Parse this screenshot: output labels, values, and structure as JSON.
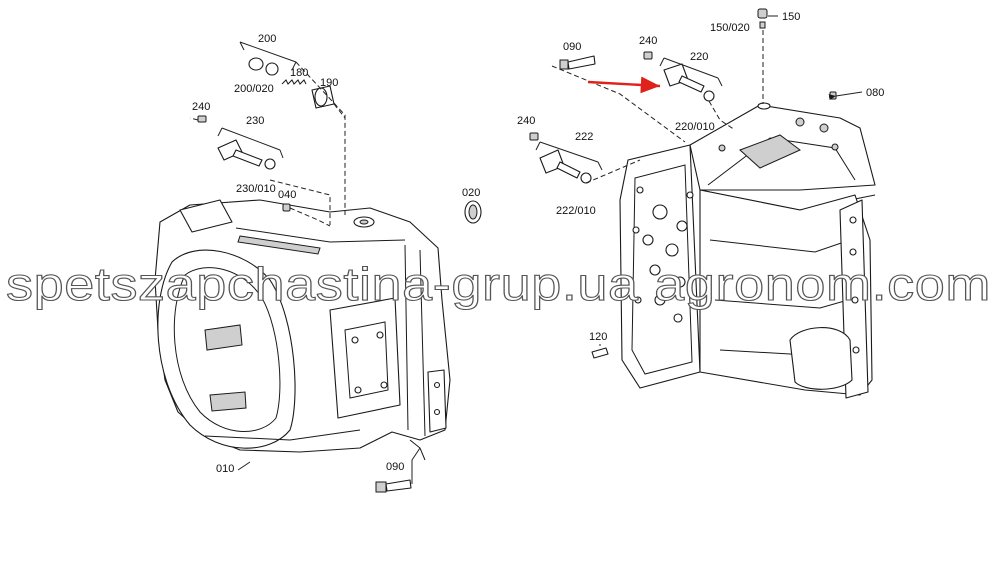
{
  "callouts": {
    "c200": "200",
    "c200_020": "200/020",
    "c180": "180",
    "c190": "190",
    "c240_left": "240",
    "c230": "230",
    "c230_010": "230/010",
    "c040": "040",
    "c020": "020",
    "c010": "010",
    "c090_bottom": "090",
    "c090_top": "090",
    "c240_top": "240",
    "c220": "220",
    "c220_010": "220/010",
    "c150_020": "150/020",
    "c150": "150",
    "c080": "080",
    "c240_mid": "240",
    "c222": "222",
    "c222_010": "222/010",
    "c120": "120"
  },
  "watermark": "spetszapchastina-grup.ua agronom.com",
  "colors": {
    "highlight_arrow": "#e0201b",
    "line": "#1a1a1a",
    "background": "#ffffff"
  }
}
